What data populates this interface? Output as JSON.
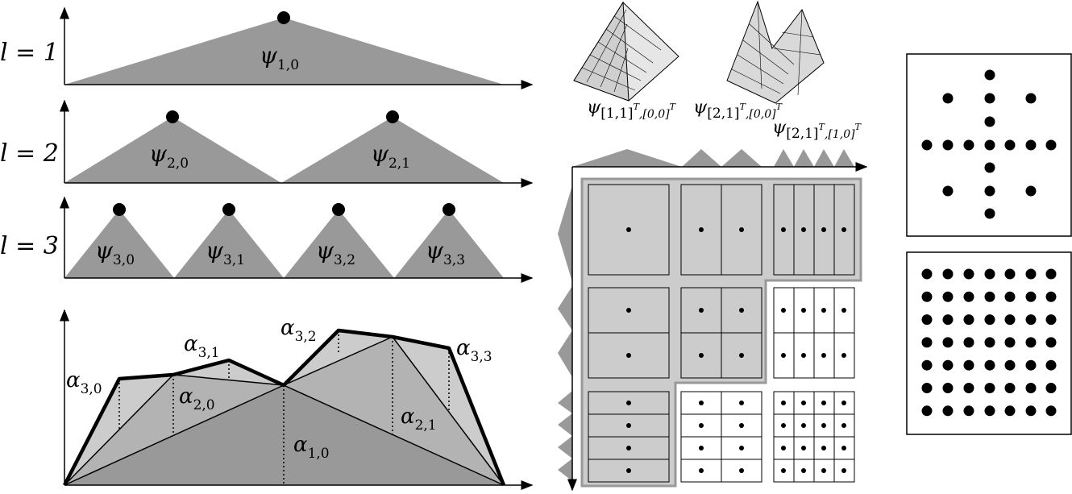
{
  "levels": [
    {
      "label": "l = 1",
      "basis": [
        {
          "name": "ψ",
          "sub": "1,0"
        }
      ]
    },
    {
      "label": "l = 2",
      "basis": [
        {
          "name": "ψ",
          "sub": "2,0"
        },
        {
          "name": "ψ",
          "sub": "2,1"
        }
      ]
    },
    {
      "label": "l = 3",
      "basis": [
        {
          "name": "ψ",
          "sub": "3,0"
        },
        {
          "name": "ψ",
          "sub": "3,1"
        },
        {
          "name": "ψ",
          "sub": "3,2"
        },
        {
          "name": "ψ",
          "sub": "3,3"
        }
      ]
    }
  ],
  "coefficients": [
    {
      "name": "α",
      "sub": "3,0"
    },
    {
      "name": "α",
      "sub": "3,1"
    },
    {
      "name": "α",
      "sub": "3,2"
    },
    {
      "name": "α",
      "sub": "3,3"
    },
    {
      "name": "α",
      "sub": "2,0"
    },
    {
      "name": "α",
      "sub": "2,1"
    },
    {
      "name": "α",
      "sub": "1,0"
    }
  ],
  "surfaces": [
    {
      "name": "ψ",
      "sub": "[1,1]",
      "sup1": "T",
      "sub2": ",[0,0]",
      "sup2": "T"
    },
    {
      "name": "ψ",
      "sub": "[2,1]",
      "sup1": "T",
      "sub2": ",[0,0]",
      "sup2": "T"
    },
    {
      "name": "ψ",
      "sub": "[2,1]",
      "sup1": "T",
      "sub2": ",[1,0]",
      "sup2": "T"
    }
  ],
  "colors": {
    "dark": "#999999",
    "mid": "#b3b3b3",
    "light": "#cccccc",
    "axis": "#000000"
  }
}
